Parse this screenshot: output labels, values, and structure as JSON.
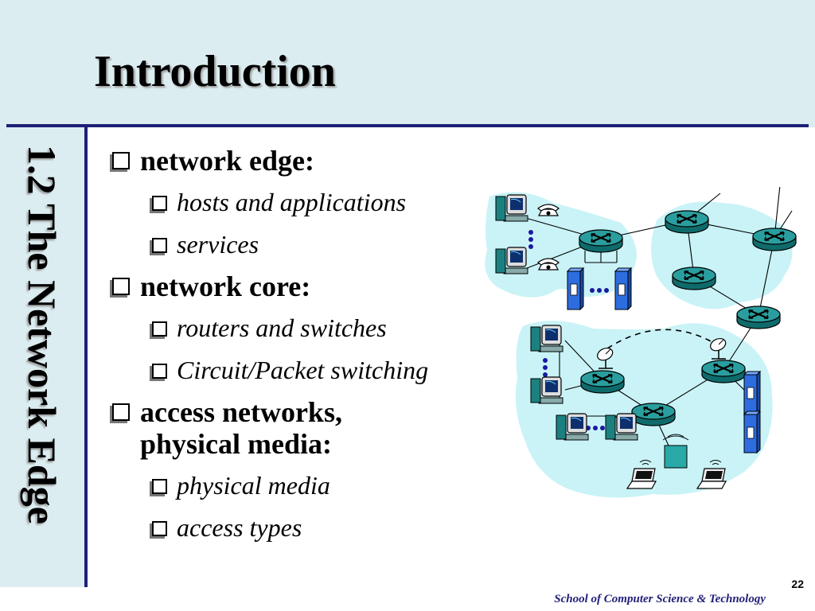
{
  "slide": {
    "title": "Introduction",
    "side_title": "1.2 The Network Edge",
    "page_number": "22",
    "footer": "School of Computer Science & Technology"
  },
  "bullets": [
    {
      "text": "network edge:",
      "sub": [
        "hosts and applications",
        "services"
      ]
    },
    {
      "text": "network core:",
      "sub": [
        "routers and switches",
        "Circuit/Packet switching"
      ]
    },
    {
      "text": "access networks,",
      "text2": "physical media:",
      "sub": [
        "physical media",
        "access types"
      ]
    }
  ],
  "colors": {
    "header_bg": "#dcedf1",
    "rule": "#1f1f78",
    "cloud": "#c9f3f7",
    "router": "#1f8f8f"
  },
  "icons": [
    "checkbox-bullet-icon",
    "router-icon",
    "workstation-icon",
    "telephone-icon",
    "server-icon",
    "laptop-icon",
    "satellite-dish-icon",
    "wireless-base-station-icon"
  ]
}
